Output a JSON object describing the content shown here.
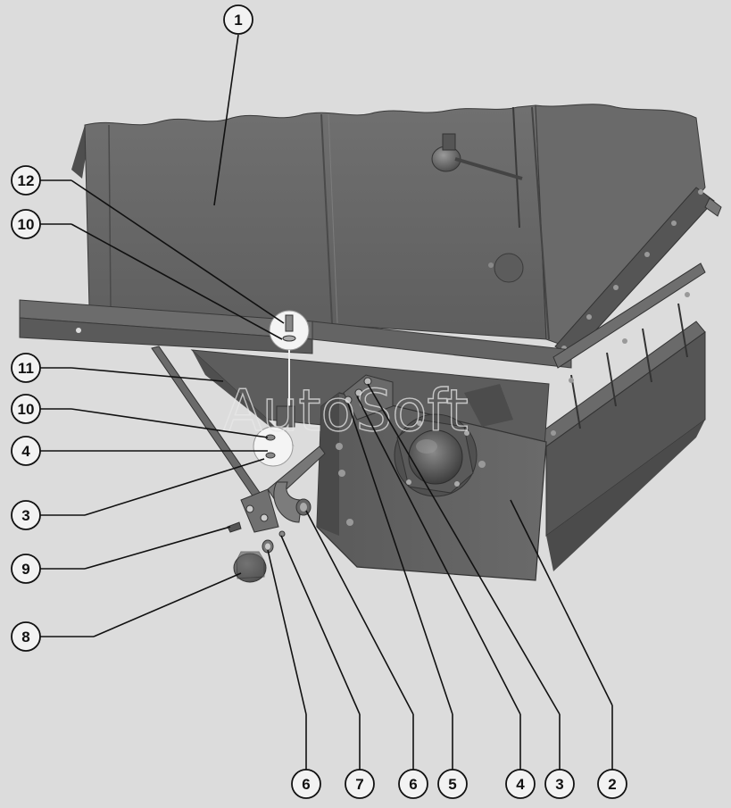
{
  "watermark": "AutoSoft",
  "callouts": [
    {
      "id": "c1",
      "label": "1"
    },
    {
      "id": "c12",
      "label": "12"
    },
    {
      "id": "c10a",
      "label": "10"
    },
    {
      "id": "c11",
      "label": "11"
    },
    {
      "id": "c10b",
      "label": "10"
    },
    {
      "id": "c4a",
      "label": "4"
    },
    {
      "id": "c3a",
      "label": "3"
    },
    {
      "id": "c9",
      "label": "9"
    },
    {
      "id": "c8",
      "label": "8"
    },
    {
      "id": "c6a",
      "label": "6"
    },
    {
      "id": "c7",
      "label": "7"
    },
    {
      "id": "c6b",
      "label": "6"
    },
    {
      "id": "c5",
      "label": "5"
    },
    {
      "id": "c4b",
      "label": "4"
    },
    {
      "id": "c3b",
      "label": "3"
    },
    {
      "id": "c2",
      "label": "2"
    }
  ],
  "colors": {
    "background": "#dcdcdc",
    "metal_dark": "#5f5f5f",
    "metal_mid": "#6e6e6e",
    "metal_light": "#858585",
    "line": "#111111"
  }
}
